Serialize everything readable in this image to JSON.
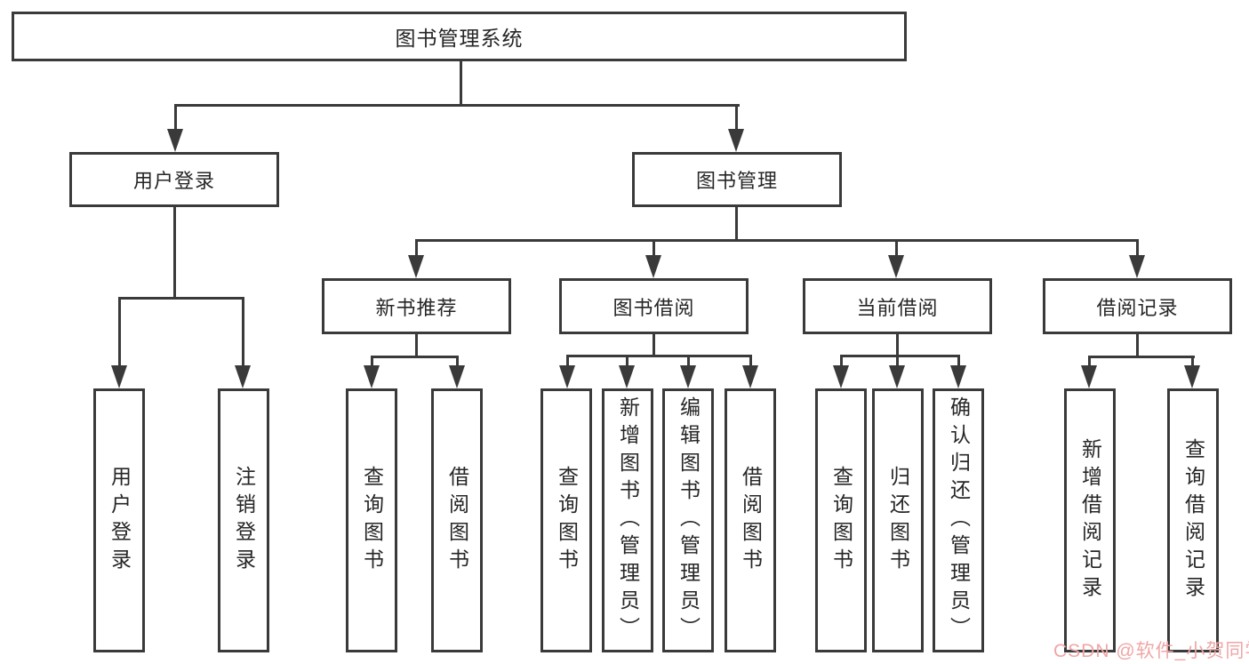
{
  "diagram_title": "图书管理系统",
  "nodes": {
    "root": {
      "label": "图书管理系统"
    },
    "level2": [
      {
        "label": "用户登录"
      },
      {
        "label": "图书管理"
      }
    ],
    "level3": [
      {
        "label": "新书推荐"
      },
      {
        "label": "图书借阅"
      },
      {
        "label": "当前借阅"
      },
      {
        "label": "借阅记录"
      }
    ],
    "leaves": [
      {
        "label": "用户登录"
      },
      {
        "label": "注销登录"
      },
      {
        "label": "查询图书"
      },
      {
        "label": "借阅图书"
      },
      {
        "label": "查询图书"
      },
      {
        "label": "新增图书（管理员）"
      },
      {
        "label": "编辑图书（管理员）"
      },
      {
        "label": "借阅图书"
      },
      {
        "label": "查询图书"
      },
      {
        "label": "归还图书"
      },
      {
        "label": "确认归还（管理员）"
      },
      {
        "label": "新增借阅记录"
      },
      {
        "label": "查询借阅记录"
      }
    ]
  },
  "watermark": {
    "text": "CSDN @软件_小贺同学",
    "color": "#f0a6a6"
  },
  "colors": {
    "line": "#3a3a3a",
    "box_border": "#3a3a3a",
    "text": "#262626",
    "background": "#ffffff"
  }
}
